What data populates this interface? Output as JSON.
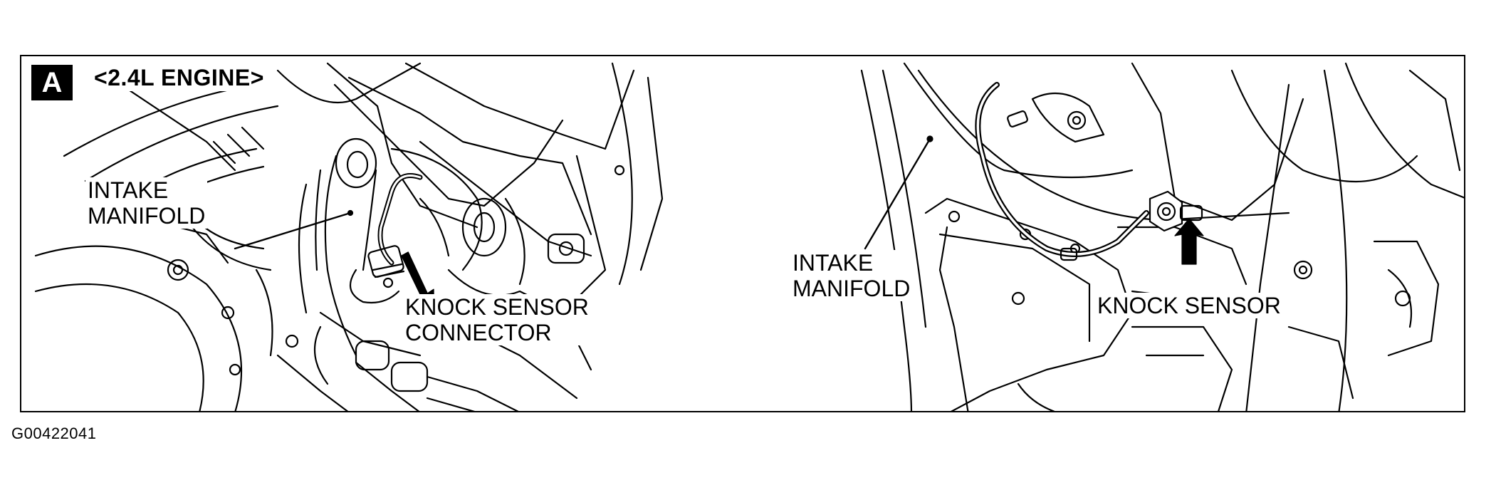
{
  "panel": {
    "badge": "A",
    "heading": "<2.4L ENGINE>"
  },
  "left_view": {
    "intake_label_line1": "INTAKE",
    "intake_label_line2": "MANIFOLD",
    "connector_label_line1": "KNOCK SENSOR",
    "connector_label_line2": "CONNECTOR"
  },
  "right_view": {
    "intake_label_line1": "INTAKE",
    "intake_label_line2": "MANIFOLD",
    "sensor_label": "KNOCK SENSOR"
  },
  "figure_id": "G00422041",
  "colors": {
    "ink": "#000000",
    "paper": "#ffffff"
  }
}
